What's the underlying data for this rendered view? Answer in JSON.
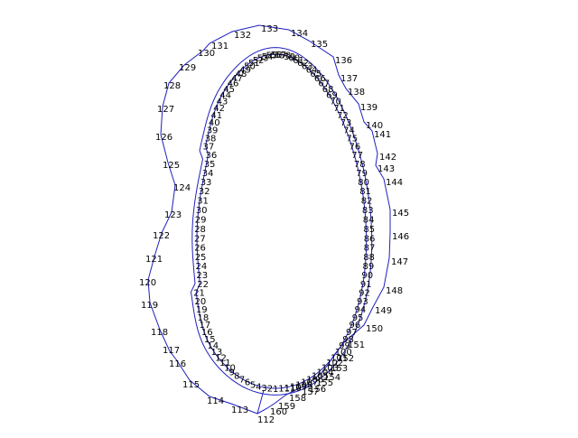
{
  "colors": {
    "background": "#ffffff",
    "contour": "#1f1fbf",
    "label": "#000000"
  },
  "outer_labels": [
    "112",
    "113",
    "114",
    "115",
    "116",
    "117",
    "118",
    "119",
    "120",
    "121",
    "122",
    "123",
    "124",
    "125",
    "126",
    "127",
    "128",
    "129",
    "130",
    "131",
    "132",
    "133",
    "134",
    "135",
    "136",
    "137",
    "138",
    "139",
    "140",
    "141",
    "142",
    "143",
    "144",
    "145",
    "146",
    "147",
    "148",
    "149",
    "150",
    "151",
    "152",
    "153",
    "154",
    "155",
    "156",
    "157",
    "158",
    "159",
    "160"
  ],
  "inner_labels": [
    "1",
    "2",
    "3",
    "4",
    "5",
    "6",
    "7",
    "8",
    "9",
    "10",
    "11",
    "12",
    "13",
    "14",
    "15",
    "16",
    "17",
    "18",
    "19",
    "20",
    "21",
    "22",
    "23",
    "24",
    "25",
    "26",
    "27",
    "28",
    "29",
    "30",
    "31",
    "32",
    "33",
    "34",
    "35",
    "36",
    "37",
    "38",
    "39",
    "40",
    "41",
    "42",
    "43",
    "44",
    "45",
    "46",
    "47",
    "48",
    "49",
    "50",
    "51",
    "52",
    "53",
    "54",
    "55",
    "56",
    "57",
    "58",
    "59",
    "60",
    "61",
    "62",
    "63",
    "64",
    "65",
    "66",
    "67",
    "68",
    "69",
    "70",
    "71",
    "72",
    "73",
    "74",
    "75",
    "76",
    "77",
    "78",
    "79",
    "80",
    "81",
    "82",
    "83",
    "84",
    "85",
    "86",
    "87",
    "88",
    "89",
    "90",
    "91",
    "92",
    "93",
    "94",
    "95",
    "96",
    "97",
    "98",
    "99",
    "100",
    "101",
    "102",
    "103",
    "104",
    "105",
    "106",
    "107",
    "108",
    "109",
    "110",
    "111"
  ]
}
